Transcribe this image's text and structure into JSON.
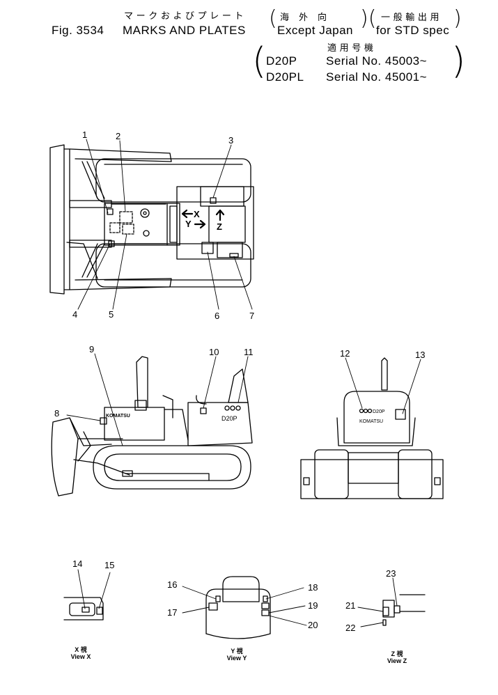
{
  "header": {
    "title_jp": "マ ー ク お よ び プ レ ー ト",
    "fig": "Fig. 3534",
    "title_en": "MARKS AND PLATES",
    "dest1_jp": "海　外　向",
    "dest1_en": "Except Japan",
    "dest2_jp": "一 般 輸 出 用",
    "dest2_en": "for STD spec",
    "applic_jp": "適 用 号 機",
    "models": [
      {
        "model": "D20P",
        "serial": "Serial No. 45003~"
      },
      {
        "model": "D20PL",
        "serial": "Serial No. 45001~"
      }
    ]
  },
  "callouts": [
    "1",
    "2",
    "3",
    "4",
    "5",
    "6",
    "7",
    "8",
    "9",
    "10",
    "11",
    "12",
    "13",
    "14",
    "15",
    "16",
    "17",
    "18",
    "19",
    "20",
    "21",
    "22",
    "23"
  ],
  "direction_marks": {
    "x": "X",
    "y": "Y",
    "z": "Z"
  },
  "machine_text": {
    "brand": "KOMATSU",
    "model_plate": "D20P"
  },
  "views": [
    {
      "jp": "X 視",
      "en": "View X"
    },
    {
      "jp": "Y 視",
      "en": "View Y"
    },
    {
      "jp": "Z 視",
      "en": "View Z"
    }
  ]
}
